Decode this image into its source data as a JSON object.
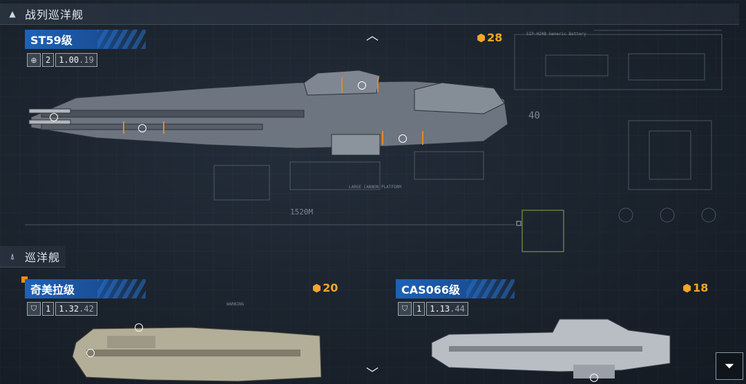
{
  "sections": [
    {
      "title": "战列巡洋舰",
      "icon": "chevron-up-icon"
    },
    {
      "title": "巡洋舰",
      "icon": "cruiser-class-icon"
    }
  ],
  "ships": [
    {
      "name": "ST59级",
      "stat_icon": "globe-icon",
      "count": "2",
      "stat_main": "1.00",
      "stat_sub": ".19",
      "cost": "28"
    },
    {
      "name": "奇美拉级",
      "stat_icon": "armor-icon",
      "count": "1",
      "stat_main": "1.32",
      "stat_sub": ".42",
      "cost": "20"
    },
    {
      "name": "CAS066级",
      "stat_icon": "armor-icon",
      "count": "1",
      "stat_main": "1.13",
      "stat_sub": ".44",
      "cost": "18"
    }
  ],
  "blueprint": {
    "length_label": "1520M",
    "number_label": "40",
    "warning_label": "WARNING",
    "generic_label": "SIP-H20B Generic Battery",
    "platform_label": "LARGE CANNON PLATFORM"
  },
  "icons": {
    "cost": "cost-hex-icon",
    "filter": "filter-icon",
    "up": "chevron-up-icon",
    "down": "chevron-down-icon"
  },
  "colors": {
    "accent_orange": "#f4a62a",
    "name_bar": "#1e62b7",
    "background": "#1b232d"
  }
}
